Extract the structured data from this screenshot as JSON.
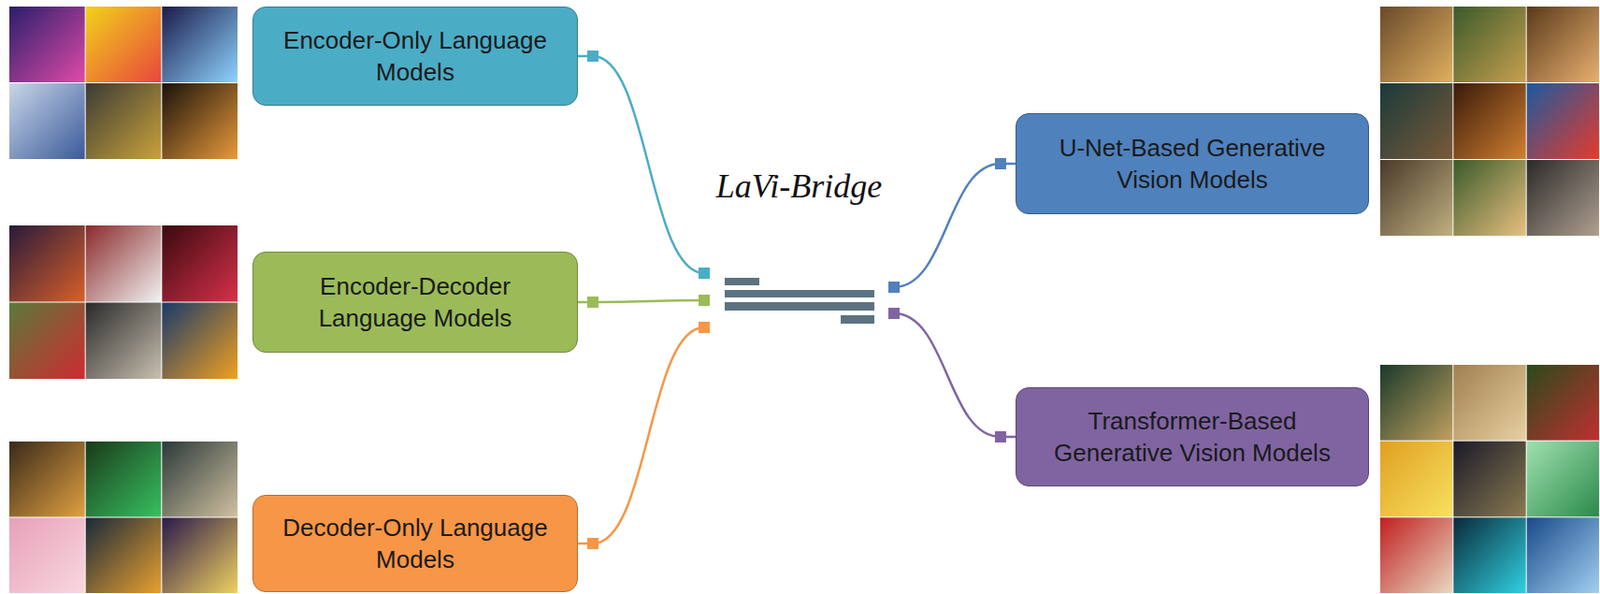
{
  "diagram": {
    "nodes": [
      {
        "text": [
          "Encoder-Only Language Models"
        ]
      },
      {
        "text": [
          "Encoder-Decoder Language Models"
        ]
      },
      {
        "text": [
          "Decoder-Only Language Models"
        ]
      },
      {
        "text": [
          "LaVi-Bridge"
        ]
      },
      {
        "text": [
          "U-Net-Based Generative Vision Models"
        ]
      },
      {
        "text": [
          "Transformer-Based Generative Vision Models"
        ]
      }
    ],
    "edges": [
      {
        "from": 0,
        "to": 3,
        "arrow": "none"
      },
      {
        "from": 1,
        "to": 3,
        "arrow": "none"
      },
      {
        "from": 2,
        "to": 3,
        "arrow": "none"
      },
      {
        "from": 3,
        "to": 4,
        "arrow": "none"
      },
      {
        "from": 3,
        "to": 5,
        "arrow": "none"
      }
    ]
  }
}
